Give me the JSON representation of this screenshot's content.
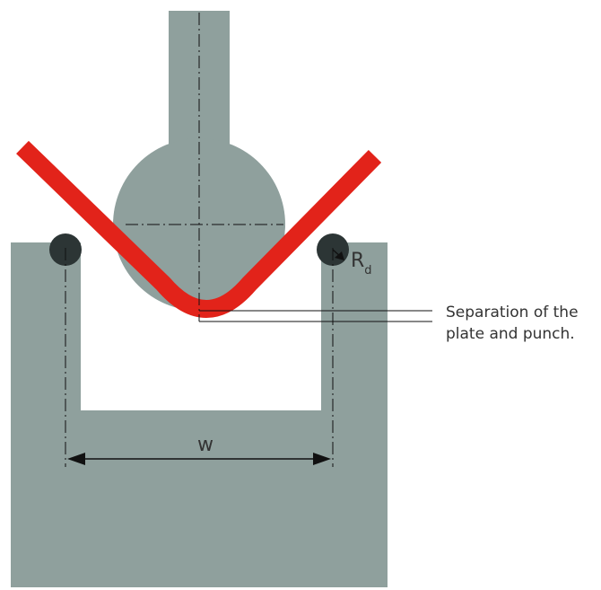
{
  "labels": {
    "width": "w",
    "radius_main": "R",
    "radius_sub": "d",
    "separation_line1": "Separation of the",
    "separation_line2": "plate and punch."
  },
  "colors": {
    "tooling": "#8fa09d",
    "plate": "#e2231a",
    "roller": "#2c3535",
    "lines": "#111111",
    "text": "#333333"
  }
}
